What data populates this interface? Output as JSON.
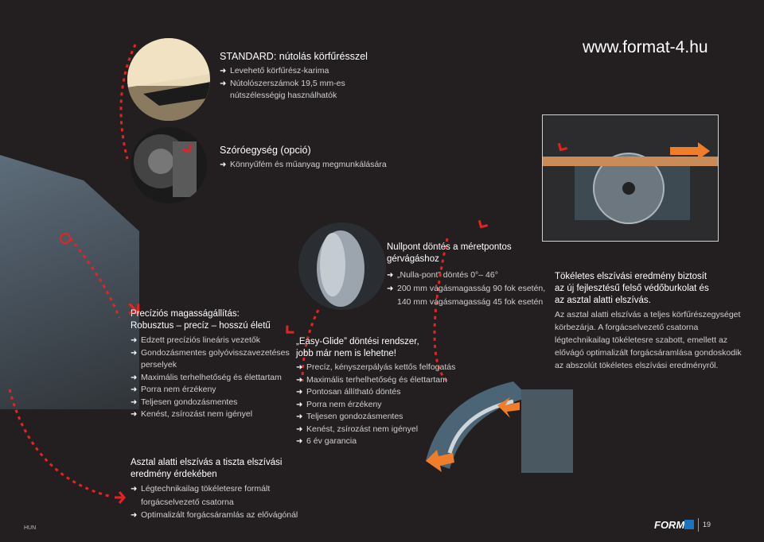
{
  "standard": {
    "title": "STANDARD: nútolás körfűrésszel",
    "items": [
      "Levehető körfűrész-karima",
      "Nútolószerszámok 19,5 mm-es"
    ],
    "items_cont": "nútszélességig használhatók"
  },
  "url": "www.format-4.hu",
  "scorer": {
    "title": "Szóróegység (opció)",
    "items": [
      "Könnyűfém és műanyag megmunkálására"
    ]
  },
  "height": {
    "title1": "Precíziós magasságállítás:",
    "title2": "Robusztus – precíz – hosszú életű",
    "items": [
      "Edzett precíziós lineáris vezetők",
      "Gondozásmentes golyóvisszavezetéses",
      "Maximális terhelhetőség és élettartam",
      "Porra nem érzékeny",
      "Teljesen gondozásmentes",
      "Kenést, zsírozást nem igényel"
    ],
    "item1_cont": "perselyek"
  },
  "nullpoint": {
    "title1": "Nullpont döntés a méretpontos",
    "title2": "gérvágáshoz",
    "items": [
      "„Nulla-pont” döntés 0°– 46°",
      "200 mm vágásmagasság 90 fok esetén,"
    ],
    "item1_cont": "140 mm vágásmagasság 45 fok esetén"
  },
  "easyglide": {
    "title1": "„Easy-Glide” döntési rendszer,",
    "title2": "jobb már nem is lehetne!",
    "items": [
      "Precíz, kényszerpályás kettős felfogatás",
      "Maximális terhelhetőség és élettartam",
      "Pontosan állítható döntés",
      "Porra nem érzékeny",
      "Teljesen gondozásmentes",
      "Kenést, zsírozást nem igényel",
      "6 év garancia"
    ]
  },
  "extraction": {
    "title1": "Tökéletes elszívási eredmény biztosít",
    "title2": "az új fejlesztésű felső védőburkolat és",
    "title3": "az asztal alatti elszívás.",
    "body": [
      "Az asztal alatti elszívás a teljes körfűrészegységet",
      "körbezárja. A forgácselvezető csatorna",
      "légtechnikailag tökéletesre szabott, emellett az",
      "elővágó optimalizált forgácsáramlása gondoskodik",
      "az abszolút tökéletes elszívási eredményről."
    ]
  },
  "underneath": {
    "title1": "Asztal alatti elszívás a tiszta elszívási",
    "title2": "eredmény érdekében",
    "items": [
      "Légtechnikailag tökéletesre formált",
      "Optimalizált forgácsáramlás az elővágónál"
    ],
    "item0_cont": "forgácselvezető csatorna"
  },
  "footer": {
    "lang": "HUN",
    "page": "19",
    "logo": "FORMAT"
  },
  "colors": {
    "background": "#231f20",
    "accent_red": "#e52421",
    "orange_arrow": "#f07d2a"
  }
}
